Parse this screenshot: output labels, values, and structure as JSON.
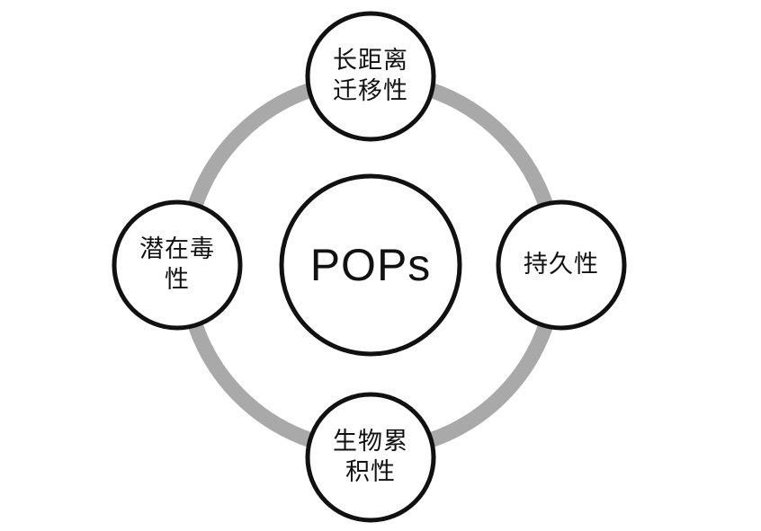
{
  "center": {
    "label": "POPs"
  },
  "nodes": {
    "top": {
      "line1": "长距离",
      "line2": "迁移性"
    },
    "right": {
      "line1": "持久性"
    },
    "bottom": {
      "line1": "生物累",
      "line2": "积性"
    },
    "left": {
      "line1": "潜在毒",
      "line2": "性"
    }
  },
  "colors": {
    "ring": "#a9a9a9",
    "circle_stroke": "#111111",
    "circle_fill": "#ffffff",
    "text": "#111111"
  }
}
